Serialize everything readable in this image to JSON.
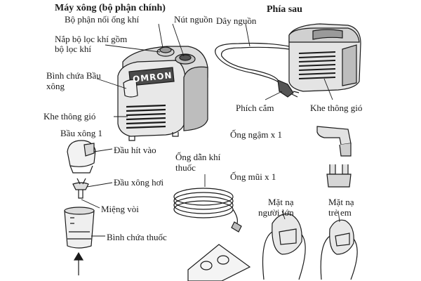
{
  "main_unit": {
    "title": "Máy xông (bộ phận chính)",
    "labels": {
      "air_tube_connector": "Bộ phận nối ống khí",
      "power_button": "Nút nguồn",
      "air_filter_cover_line1": "Nắp bộ lọc khí gồm",
      "air_filter_cover_line2": "bộ lọc khí",
      "nebulizer_holder_line1": "Bình chứa Bầu",
      "nebulizer_holder_line2": "xông",
      "air_vent": "Khe thông gió",
      "brand": "OMRON"
    }
  },
  "rear_view": {
    "title": "Phía sau",
    "labels": {
      "power_cord": "Dây nguồn",
      "plug": "Phích cắm",
      "air_vent": "Khe thông gió"
    }
  },
  "nebulizer_kit": {
    "title": "Bầu xông 1",
    "labels": {
      "inhaler_top": "Đầu hít vào",
      "vaporizer_head": "Đầu xông hơi",
      "nozzle": "Miệng vòi",
      "medication_tank": "Bình chứa thuốc"
    }
  },
  "accessories": {
    "mouthpiece": "Ống ngậm x 1",
    "air_tube_line1": "Ống dẫn khí",
    "air_tube_line2": "thuốc",
    "nasal_piece": "Ống mũi x 1",
    "adult_mask_line1": "Mặt nạ",
    "adult_mask_line2": "người lớn",
    "child_mask_line1": "Mặt nạ",
    "child_mask_line2": "trẻ em"
  },
  "colors": {
    "line": "#1a1a1a",
    "device_light": "#e6e6e6",
    "device_mid": "#c2c2c2",
    "device_dark": "#6b6b6b"
  }
}
